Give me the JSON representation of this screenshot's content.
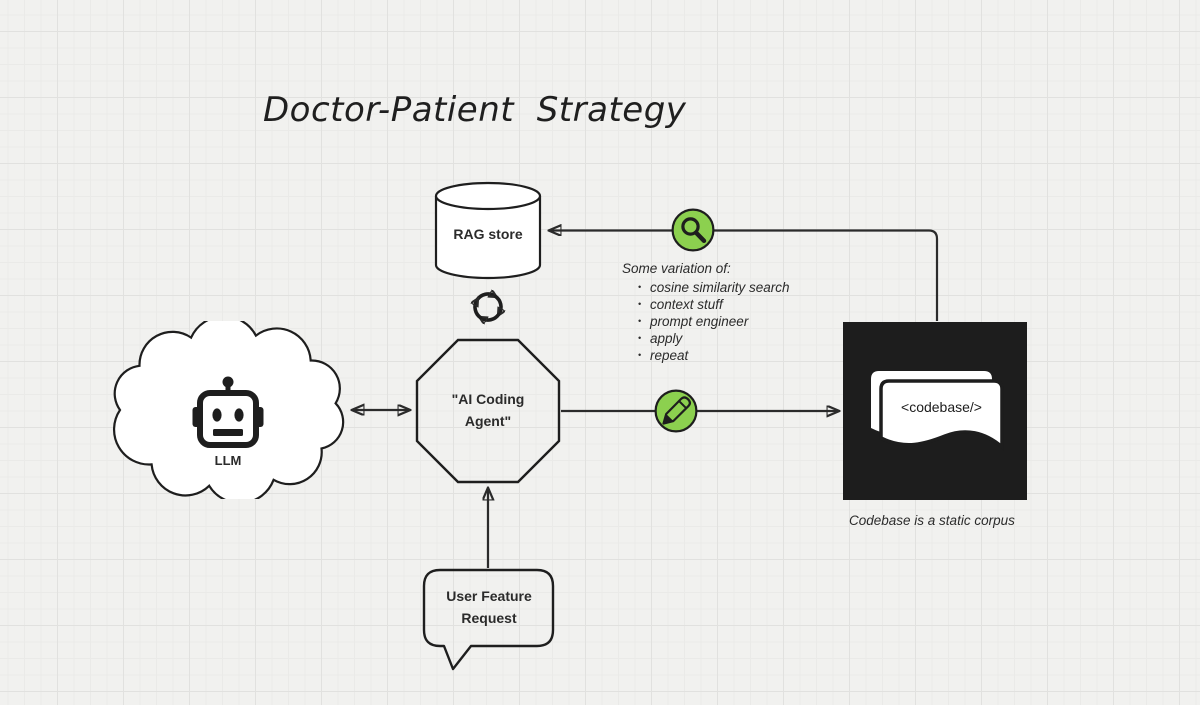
{
  "title": "Doctor-Patient  Strategy",
  "nodes": {
    "llm": {
      "shape": "cloud",
      "label": "LLM",
      "icon": "robot-icon"
    },
    "rag_store": {
      "shape": "cylinder",
      "label": "RAG store"
    },
    "agent": {
      "shape": "octagon",
      "label": "\"AI Coding Agent\""
    },
    "user_request": {
      "shape": "speech-bubble",
      "label": "User Feature Request"
    },
    "codebase": {
      "shape": "dark-rect",
      "label": "<codebase/>",
      "caption": "Codebase is a static corpus"
    }
  },
  "annotation": {
    "heading": "Some variation of:",
    "items": [
      "cosine similarity search",
      "context stuff",
      "prompt engineer",
      "apply",
      "repeat"
    ]
  },
  "icons": {
    "search": "search-icon",
    "edit": "pencil-icon",
    "cycle": "cycle-refresh-icon",
    "robot": "robot-icon"
  },
  "colors": {
    "background": "#f1f1ef",
    "grid_minor": "#eaeae8",
    "grid_major": "#e1e1df",
    "stroke": "#1e1e1e",
    "connector": "#2b2b2b",
    "accent_green": "#8cd04f",
    "dark_box": "#1d1d1d",
    "shape_fill": "#ffffff"
  }
}
